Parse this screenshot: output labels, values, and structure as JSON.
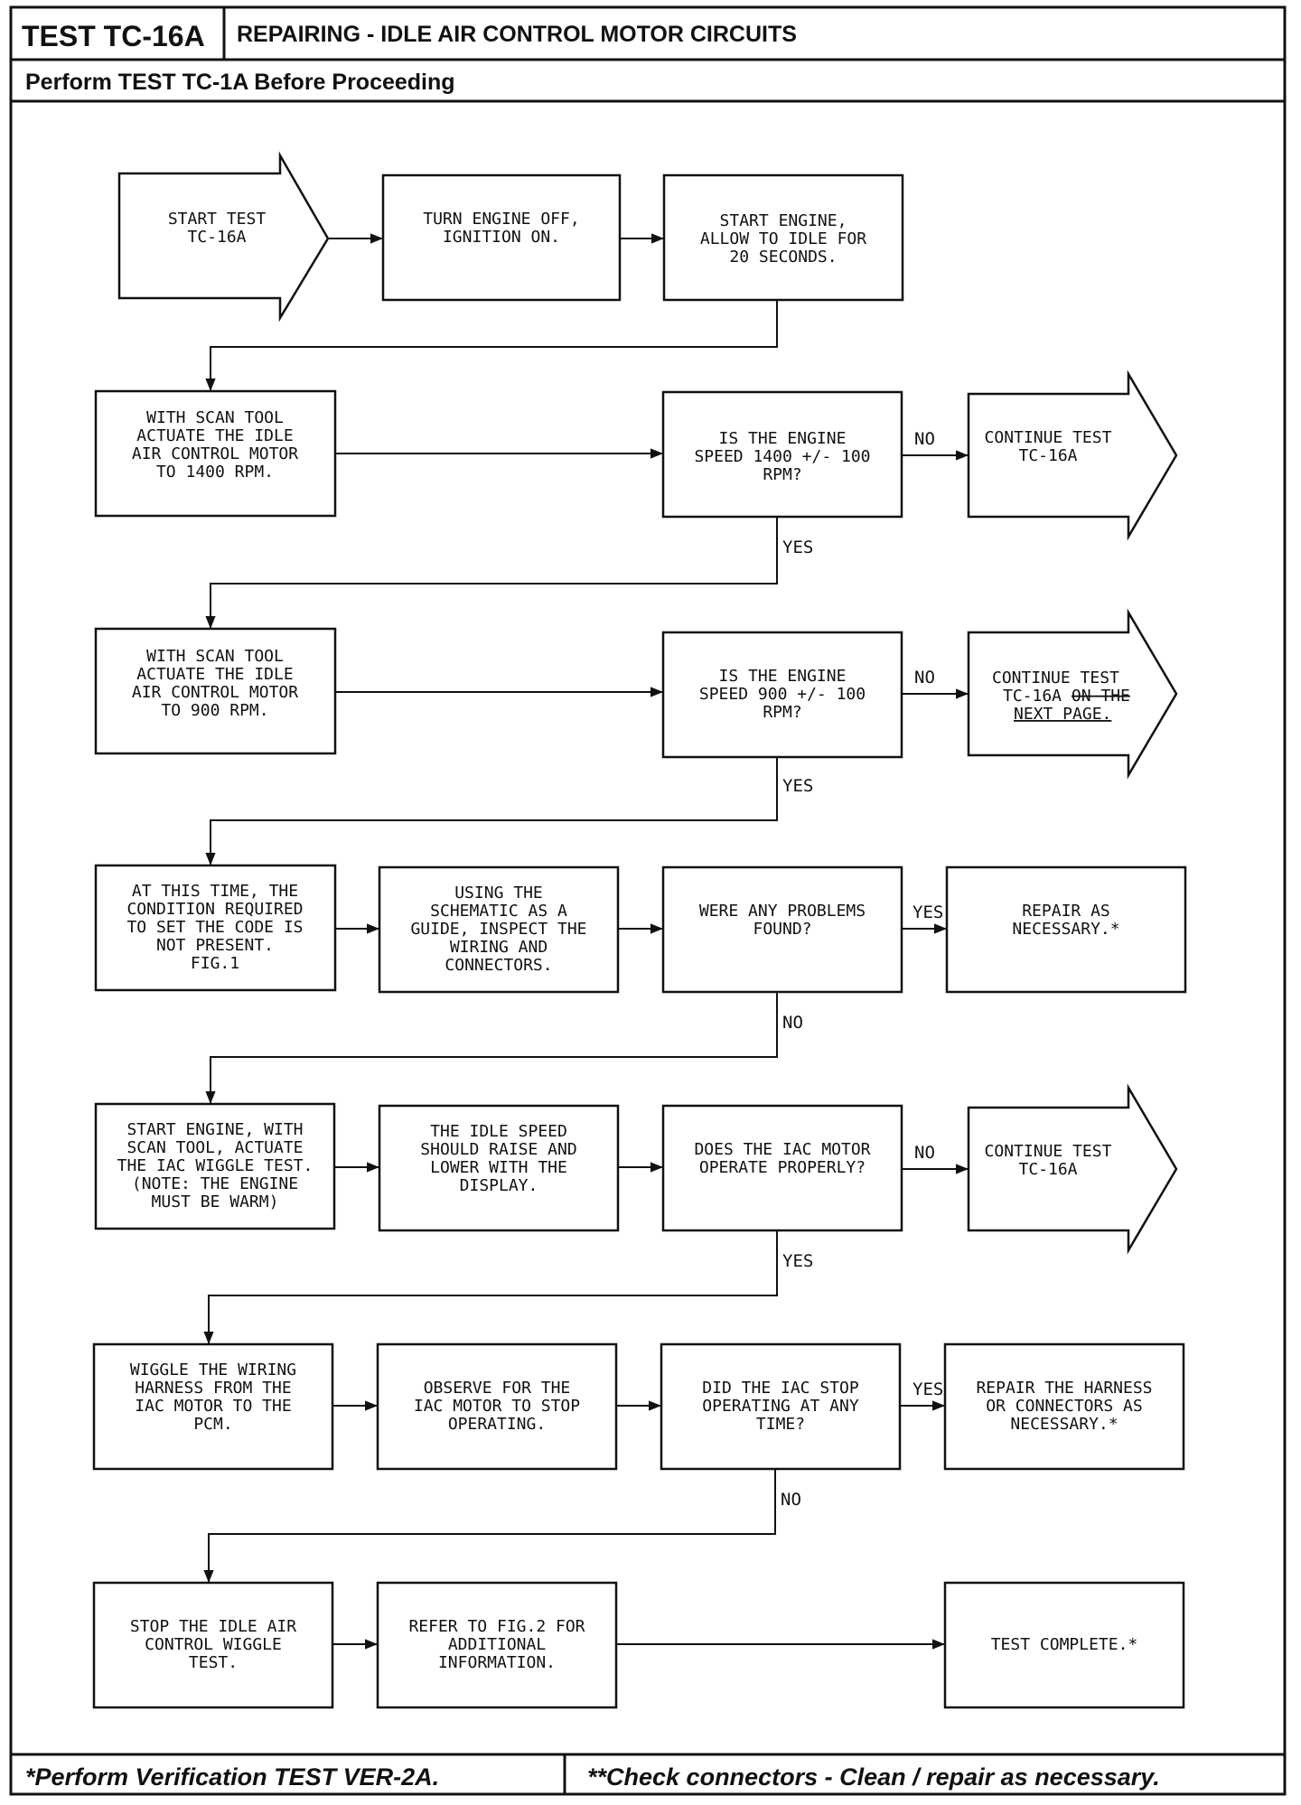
{
  "header": {
    "test_code": "TEST TC-16A",
    "title": "REPAIRING - IDLE AIR CONTROL MOTOR CIRCUITS",
    "prerequisite": "Perform TEST TC-1A Before Proceeding"
  },
  "footer": {
    "left": "*Perform Verification TEST VER-2A.",
    "right": "**Check connectors - Clean / repair as necessary."
  },
  "flow": {
    "start": [
      "START TEST",
      "TC-16A"
    ],
    "engine_off": [
      "TURN ENGINE OFF,",
      "IGNITION ON."
    ],
    "start_engine": [
      "START ENGINE,",
      "ALLOW TO IDLE FOR",
      "20 SECONDS."
    ],
    "actuate_1400": [
      "WITH SCAN TOOL",
      "ACTUATE THE IDLE",
      "AIR CONTROL MOTOR",
      "TO 1400 RPM."
    ],
    "q_1400": [
      "IS THE ENGINE",
      "SPEED 1400 +/- 100",
      "RPM?"
    ],
    "cont_1": [
      "CONTINUE TEST",
      "TC-16A"
    ],
    "actuate_900": [
      "WITH SCAN TOOL",
      "ACTUATE THE IDLE",
      "AIR CONTROL MOTOR",
      "TO 900 RPM."
    ],
    "q_900": [
      "IS THE ENGINE",
      "SPEED 900 +/- 100",
      "RPM?"
    ],
    "cont_2_line1": "CONTINUE TEST",
    "cont_2_line2a": "TC-16A ",
    "cont_2_struck1": "ON THE",
    "cont_2_struck2": "NEXT PAGE.",
    "not_present": [
      "AT THIS TIME, THE",
      "CONDITION REQUIRED",
      "TO SET THE CODE IS",
      "NOT PRESENT.",
      "FIG.1"
    ],
    "inspect": [
      "USING THE",
      "SCHEMATIC AS A",
      "GUIDE, INSPECT THE",
      "WIRING AND",
      "CONNECTORS."
    ],
    "q_problems": [
      "WERE ANY PROBLEMS",
      "FOUND?"
    ],
    "repair_1": [
      "REPAIR AS",
      "NECESSARY.*"
    ],
    "wiggle_test": [
      "START ENGINE, WITH",
      "SCAN TOOL, ACTUATE",
      "THE IAC WIGGLE TEST.",
      "(NOTE: THE ENGINE",
      "MUST BE WARM)"
    ],
    "idle_speed": [
      "THE IDLE SPEED",
      "SHOULD RAISE AND",
      "LOWER WITH THE",
      "DISPLAY."
    ],
    "q_iac": [
      "DOES THE IAC MOTOR",
      "OPERATE PROPERLY?"
    ],
    "cont_3": [
      "CONTINUE TEST",
      "TC-16A"
    ],
    "wiggle_harness": [
      "WIGGLE THE WIRING",
      "HARNESS FROM THE",
      "IAC MOTOR TO THE",
      "PCM."
    ],
    "observe": [
      "OBSERVE FOR THE",
      "IAC MOTOR TO STOP",
      "OPERATING."
    ],
    "q_stop": [
      "DID THE IAC STOP",
      "OPERATING AT ANY",
      "TIME?"
    ],
    "repair_harness": [
      "REPAIR THE HARNESS",
      "OR CONNECTORS AS",
      "NECESSARY.*"
    ],
    "stop_wiggle": [
      "STOP THE IDLE AIR",
      "CONTROL WIGGLE",
      "TEST."
    ],
    "refer_fig2": [
      "REFER TO FIG.2 FOR",
      "ADDITIONAL",
      "INFORMATION."
    ],
    "complete": [
      "TEST COMPLETE.*"
    ]
  },
  "labels": {
    "no": "NO",
    "yes": "YES"
  }
}
